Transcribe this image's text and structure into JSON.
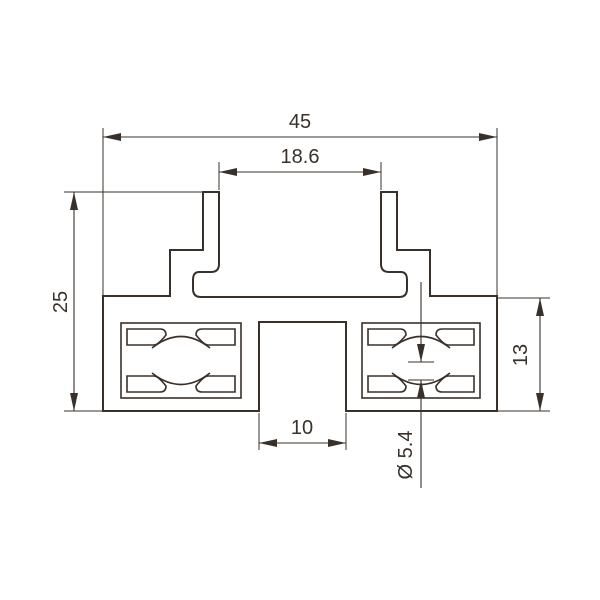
{
  "diagram": {
    "dimensions": {
      "overall_width": "45",
      "slot_width": "18.6",
      "overall_height": "25",
      "base_height": "13",
      "bottom_slot_width": "10",
      "hole_diameter": "Ø 5.4"
    },
    "colors": {
      "line": "#3a302a",
      "background": "#ffffff"
    }
  }
}
